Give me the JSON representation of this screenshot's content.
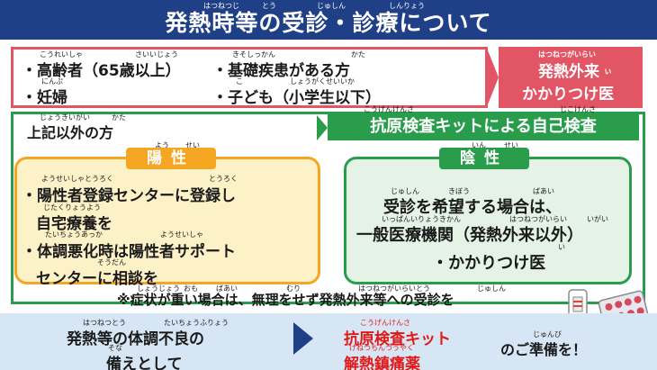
{
  "title": {
    "text": "発熱時等の受診・診療について",
    "ruby": [
      "はつねつじ",
      "とう",
      "じゅしん",
      "しんりょう"
    ]
  },
  "elderly": {
    "items": [
      {
        "text": "・高齢者（65歳以上）",
        "ruby": [
          "こうれいしゃ",
          "さいいじょう"
        ]
      },
      {
        "text": "・基礎疾患がある方",
        "ruby": [
          "きそしっかん",
          "かた"
        ]
      },
      {
        "text": "・妊婦",
        "ruby": [
          "にんぷ"
        ]
      },
      {
        "text": "・子ども（小学生以下）",
        "ruby": [
          "こ",
          "しょうがくせいいか"
        ]
      }
    ]
  },
  "fever_clinic": {
    "line1": "発熱外来",
    "connector": "ぃ",
    "line2": "かかりつけ医",
    "ruby": "はつねつがいらい"
  },
  "other": {
    "label": "上記以外の方",
    "ruby": [
      "じょうきいがい",
      "かた"
    ]
  },
  "antigen_header": {
    "text": "抗原検査キットによる自己検査",
    "ruby": [
      "こうげんけんさ",
      "じこけんさ"
    ]
  },
  "positive": {
    "tab": "陽性",
    "ruby": [
      "よう",
      "せい"
    ],
    "lines": [
      "・陽性者登録センターに登録し",
      "自宅療養を",
      "・体調悪化時は陽性者サポート",
      "センターに相談を"
    ],
    "line_ruby": [
      "ようせいしゃとうろく",
      "とうろく",
      "じたくりょうよう",
      "たいちょうあっか",
      "ようせいしゃ",
      "そうだん"
    ]
  },
  "negative": {
    "tab": "陰性",
    "ruby": [
      "いん",
      "せい"
    ],
    "lines": [
      "受診を希望する場合は、",
      "一般医療機関（発熱外来以外）",
      "・かかりつけ医"
    ],
    "line_ruby": [
      "じゅしん",
      "きぼう",
      "ばあい",
      "いっぱんいりょうきかん",
      "はつねつがいらい",
      "いがい",
      "い"
    ]
  },
  "note": {
    "text": "※症状が重い場合は、無理をせず発熱外来等への受診を",
    "ruby": [
      "しょうじょう",
      "おも",
      "ばあい",
      "むり",
      "はつねつがいらいとう",
      "じゅしん"
    ]
  },
  "bottom": {
    "left_line1": "発熱等の体調不良の",
    "left_line2": "備えとして",
    "left_ruby": [
      "はつねつとう",
      "たいちょうふりょう",
      "そな"
    ],
    "item1": "抗原検査キット",
    "item2": "解熱鎮痛薬",
    "item_ruby": [
      "こうげんけんさ",
      "げねつちんつうやく"
    ],
    "right": "のご準備を！",
    "right_ruby": "じゅんび"
  },
  "colors": {
    "title_bg": "#1f3f86",
    "red": "#e25565",
    "green": "#2a9d4d",
    "orange": "#f5a623",
    "accent_red_text": "#e11919"
  }
}
